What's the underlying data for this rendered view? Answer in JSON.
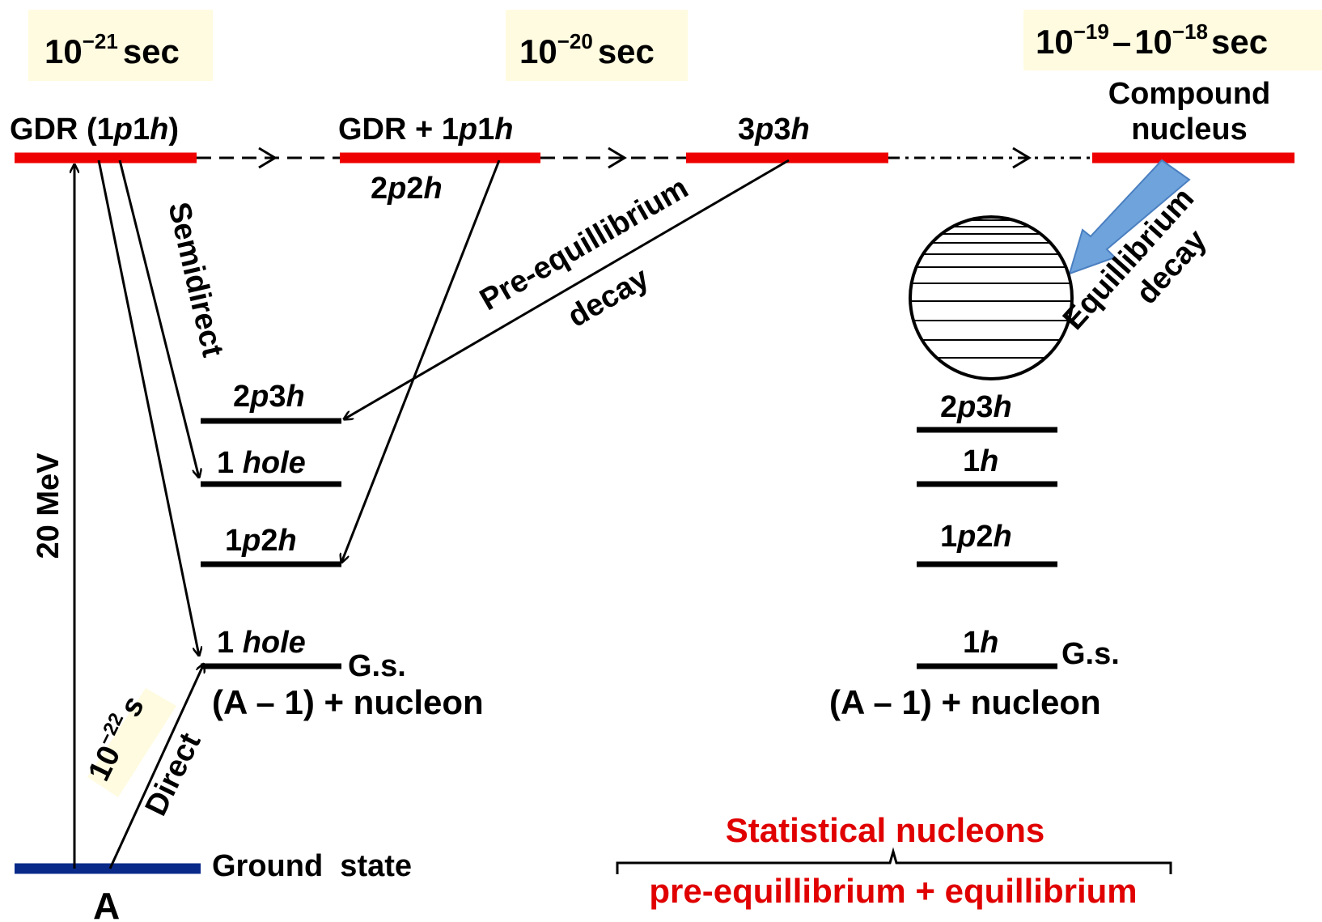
{
  "time_labels": {
    "t1": {
      "base": "10",
      "exp": "−21",
      "unit": "sec"
    },
    "t2": {
      "base": "10",
      "exp": "−20",
      "unit": "sec"
    },
    "t3": {
      "base1": "10",
      "exp1": "−19",
      "dash": "–",
      "base2": "10",
      "exp2": "−18",
      "unit": "sec"
    },
    "direct": {
      "base": "10",
      "exp": "−22",
      "unit": "s"
    }
  },
  "states": {
    "gdr": {
      "pre": "GDR (1",
      "p": "p",
      "mid": "1",
      "h": "h",
      "post": ")"
    },
    "gdr_1p1h": {
      "pre": "GDR + 1",
      "p": "p",
      "mid": "1",
      "h": "h"
    },
    "p3h3": {
      "pre": "3",
      "p": "p",
      "mid": "3",
      "h": "h"
    },
    "compound_line1": "Compound",
    "compound_line2": "nucleus",
    "p2h2": {
      "pre": "2",
      "p": "p",
      "mid": "2",
      "h": "h"
    }
  },
  "left_levels": {
    "l1": {
      "pre": "2",
      "p": "p",
      "mid": "3",
      "h": "h"
    },
    "l2": {
      "num": "1",
      "word": "hole"
    },
    "l3": {
      "pre": "1",
      "p": "p",
      "mid": "2",
      "h": "h"
    },
    "l4": {
      "num": "1",
      "word": "hole"
    },
    "gs": "G.s.",
    "final": "(A – 1) + nucleon"
  },
  "right_levels": {
    "l1": {
      "pre": "2",
      "p": "p",
      "mid": "3",
      "h": "h"
    },
    "l2": {
      "num": "1",
      "h": "h"
    },
    "l3": {
      "pre": "1",
      "p": "p",
      "mid": "2",
      "h": "h"
    },
    "l4": {
      "num": "1",
      "h": "h"
    },
    "gs": "G.s.",
    "final": "(A – 1) + nucleon"
  },
  "process_labels": {
    "semidirect": "Semidirect",
    "pre_eq_line1": "Pre-equillibrium",
    "pre_eq_line2": "decay",
    "eq_line1": "Equillibrium",
    "eq_line2": "decay",
    "direct": "Direct",
    "energy": "20 MeV"
  },
  "ground": {
    "label": "Ground  state",
    "nucleus": "A"
  },
  "bottom": {
    "line1": "Statistical nucleons",
    "line2": "pre-equillibrium + equillibrium"
  },
  "colors": {
    "red_level": "#ee0000",
    "blue_level": "#0a2a8a",
    "highlight": "#fffbe0",
    "eq_arrow": "#6fa3dc",
    "eq_arrow_edge": "#4a7fc0",
    "red_text": "#e00000"
  }
}
